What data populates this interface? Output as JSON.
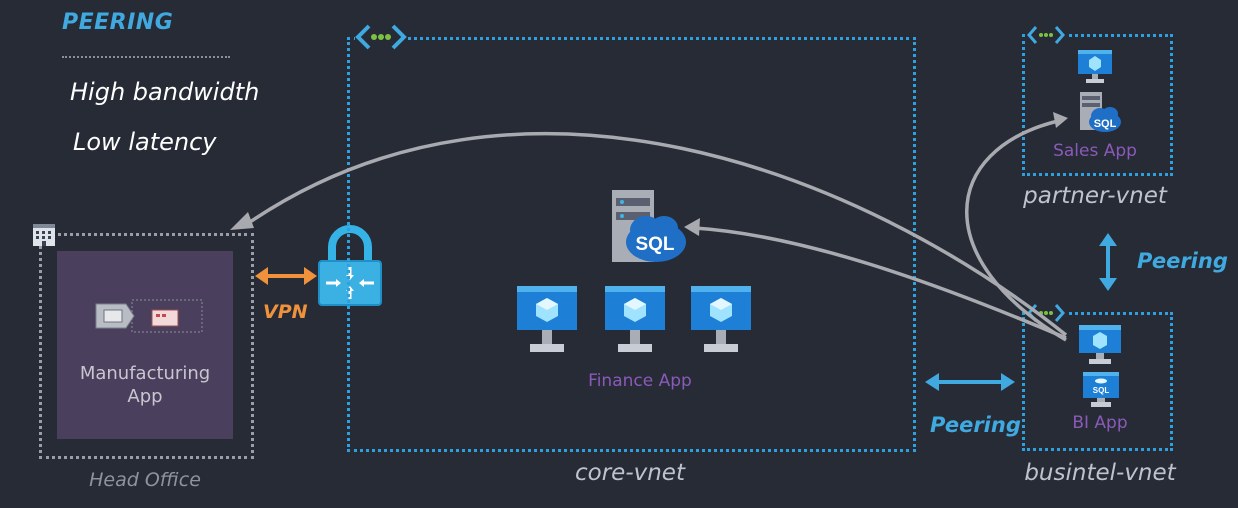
{
  "legend": {
    "title": "PEERING",
    "bullets": [
      "High bandwidth",
      "Low latency"
    ]
  },
  "head_office": {
    "label": "Head Office",
    "app_label_line1": "Manufacturing",
    "app_label_line2": "App"
  },
  "vpn": {
    "label": "VPN"
  },
  "core_vnet": {
    "label": "core-vnet",
    "app_label": "Finance App",
    "sql_text": "SQL"
  },
  "partner_vnet": {
    "label": "partner-vnet",
    "app_label": "Sales App",
    "sql_text": "SQL"
  },
  "busintel_vnet": {
    "label": "businte‌l-vnet",
    "app_label": "BI App",
    "sql_text": "SQL"
  },
  "peering_links": {
    "vertical_label": "Peering",
    "horizontal_label": "Peering"
  },
  "colors": {
    "background": "#262b36",
    "vnet_border": "#2ea0e0",
    "peering_blue": "#3fa9e0",
    "vpn_orange": "#f0923b",
    "app_purple": "#8a5ab8",
    "arrow_gray": "#a8aab0"
  }
}
